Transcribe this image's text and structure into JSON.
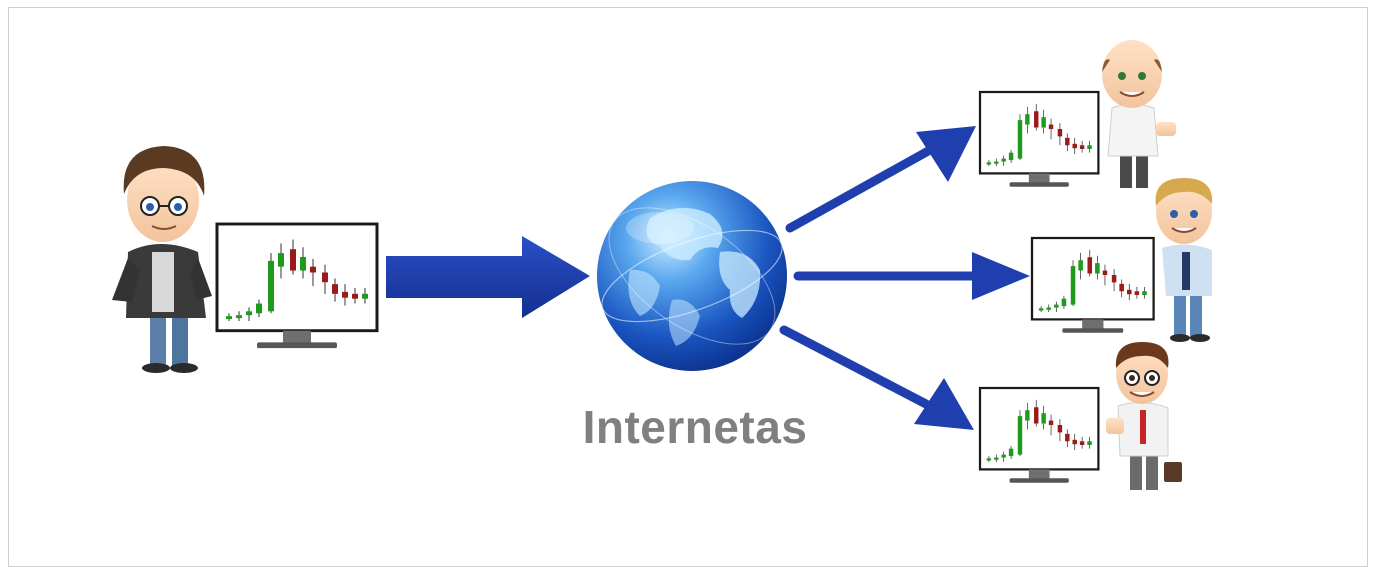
{
  "diagram": {
    "label": "Internetas",
    "nodes": {
      "sender": "trader-with-chart-monitor",
      "hub": "globe-icon",
      "receivers": [
        "bald-trader",
        "blonde-trader",
        "glasses-trader"
      ]
    },
    "colors": {
      "arrow": "#1f3fae",
      "arrow_dark": "#152f8c",
      "globe_light": "#9fd4ff",
      "globe_dark": "#0b2f8a",
      "candle_up": "#1e9a1e",
      "candle_down": "#9b1b1b",
      "label": "#808080"
    }
  }
}
